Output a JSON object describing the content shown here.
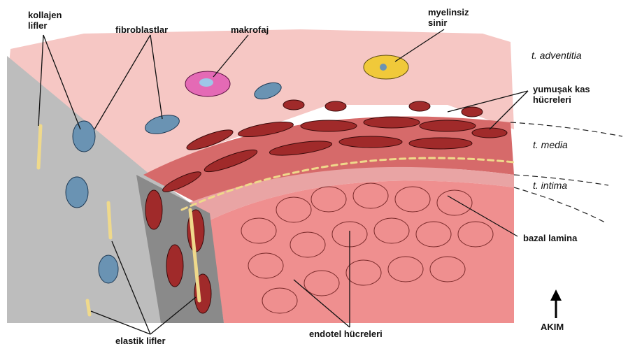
{
  "labels": {
    "kollajen": [
      "kollajen",
      "lifler"
    ],
    "fibroblastlar": "fibroblastlar",
    "makrofaj": "makrofaj",
    "myelinsiz": [
      "myelinsiz",
      "sinir"
    ],
    "adventitia": "t. adventitia",
    "yumusak": [
      "yumuşak kas",
      "hücreleri"
    ],
    "media": "t. media",
    "intima": "t. intima",
    "bazal": "bazal lamina",
    "elastik": "elastik lifler",
    "endotel": "endotel hücreleri",
    "akim": "AKIM"
  },
  "colors": {
    "adventitia": "#f6c7c4",
    "outer_face": "#b9b9b9",
    "media_muscle": "#b33434",
    "lumen": "#ef8f8f",
    "fibroblast": "#6a93b3",
    "macrophage": "#e46ab5",
    "nerve": "#f0c93a",
    "elastic": "#efd98b"
  }
}
